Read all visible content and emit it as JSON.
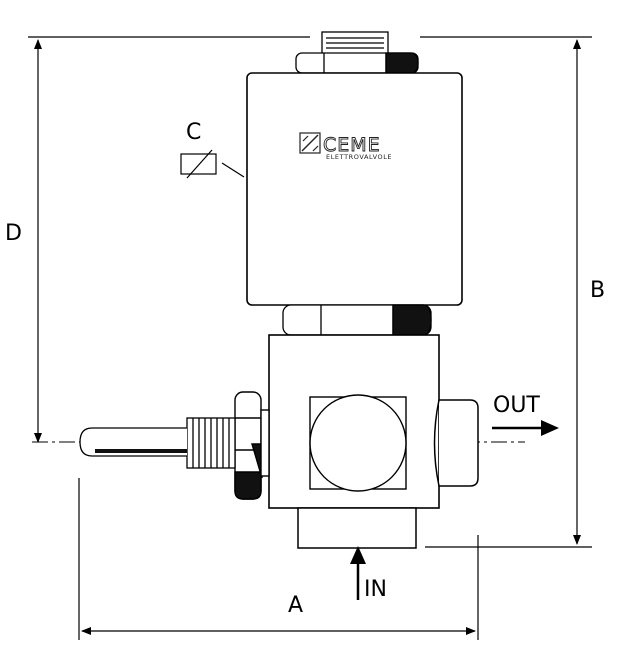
{
  "dimensions": {
    "a": "A",
    "b": "B",
    "c": "C",
    "d": "D"
  },
  "ports": {
    "outlet": "OUT",
    "inlet": "IN"
  },
  "brand": {
    "name": "CEME",
    "subtitle": "ELETTROVALVOLE"
  }
}
